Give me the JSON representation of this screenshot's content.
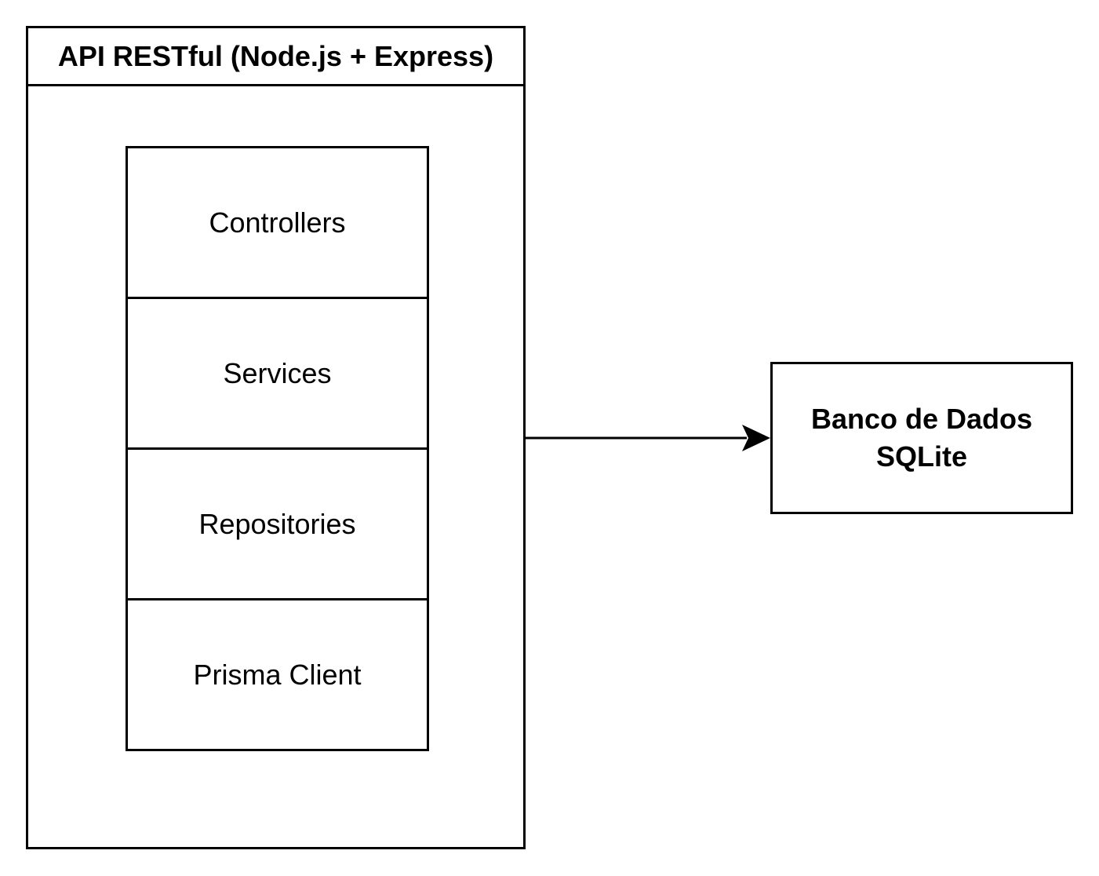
{
  "api": {
    "title": "API RESTful (Node.js + Express)",
    "layers": [
      {
        "label": "Controllers"
      },
      {
        "label": "Services"
      },
      {
        "label": "Repositories"
      },
      {
        "label": "Prisma Client"
      }
    ]
  },
  "database": {
    "line1": "Banco de Dados",
    "line2": "SQLite"
  },
  "colors": {
    "stroke": "#000000",
    "background": "#ffffff"
  }
}
